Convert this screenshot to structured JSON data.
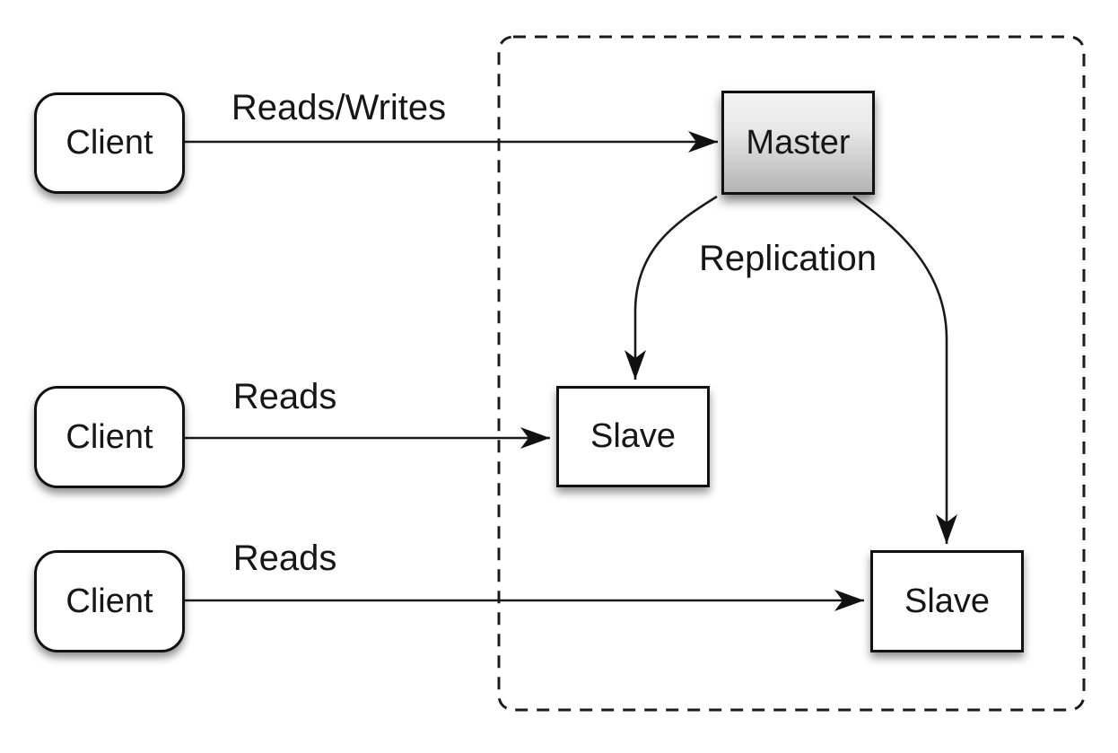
{
  "diagram": {
    "nodes": {
      "client_top": {
        "label": "Client"
      },
      "client_middle": {
        "label": "Client"
      },
      "client_bottom": {
        "label": "Client"
      },
      "master": {
        "label": "Master"
      },
      "slave_left": {
        "label": "Slave"
      },
      "slave_right": {
        "label": "Slave"
      }
    },
    "edges": {
      "client_top_to_master": {
        "label": "Reads/Writes"
      },
      "client_middle_to_slave_left": {
        "label": "Reads"
      },
      "client_bottom_to_slave_right": {
        "label": "Reads"
      },
      "master_to_slaves": {
        "label": "Replication"
      }
    }
  },
  "colors": {
    "line": "#1a1a1a",
    "box_border": "#111111",
    "background": "#ffffff",
    "master_gradient_top": "#f2f2f2",
    "master_gradient_bottom": "#b4b4b4"
  }
}
